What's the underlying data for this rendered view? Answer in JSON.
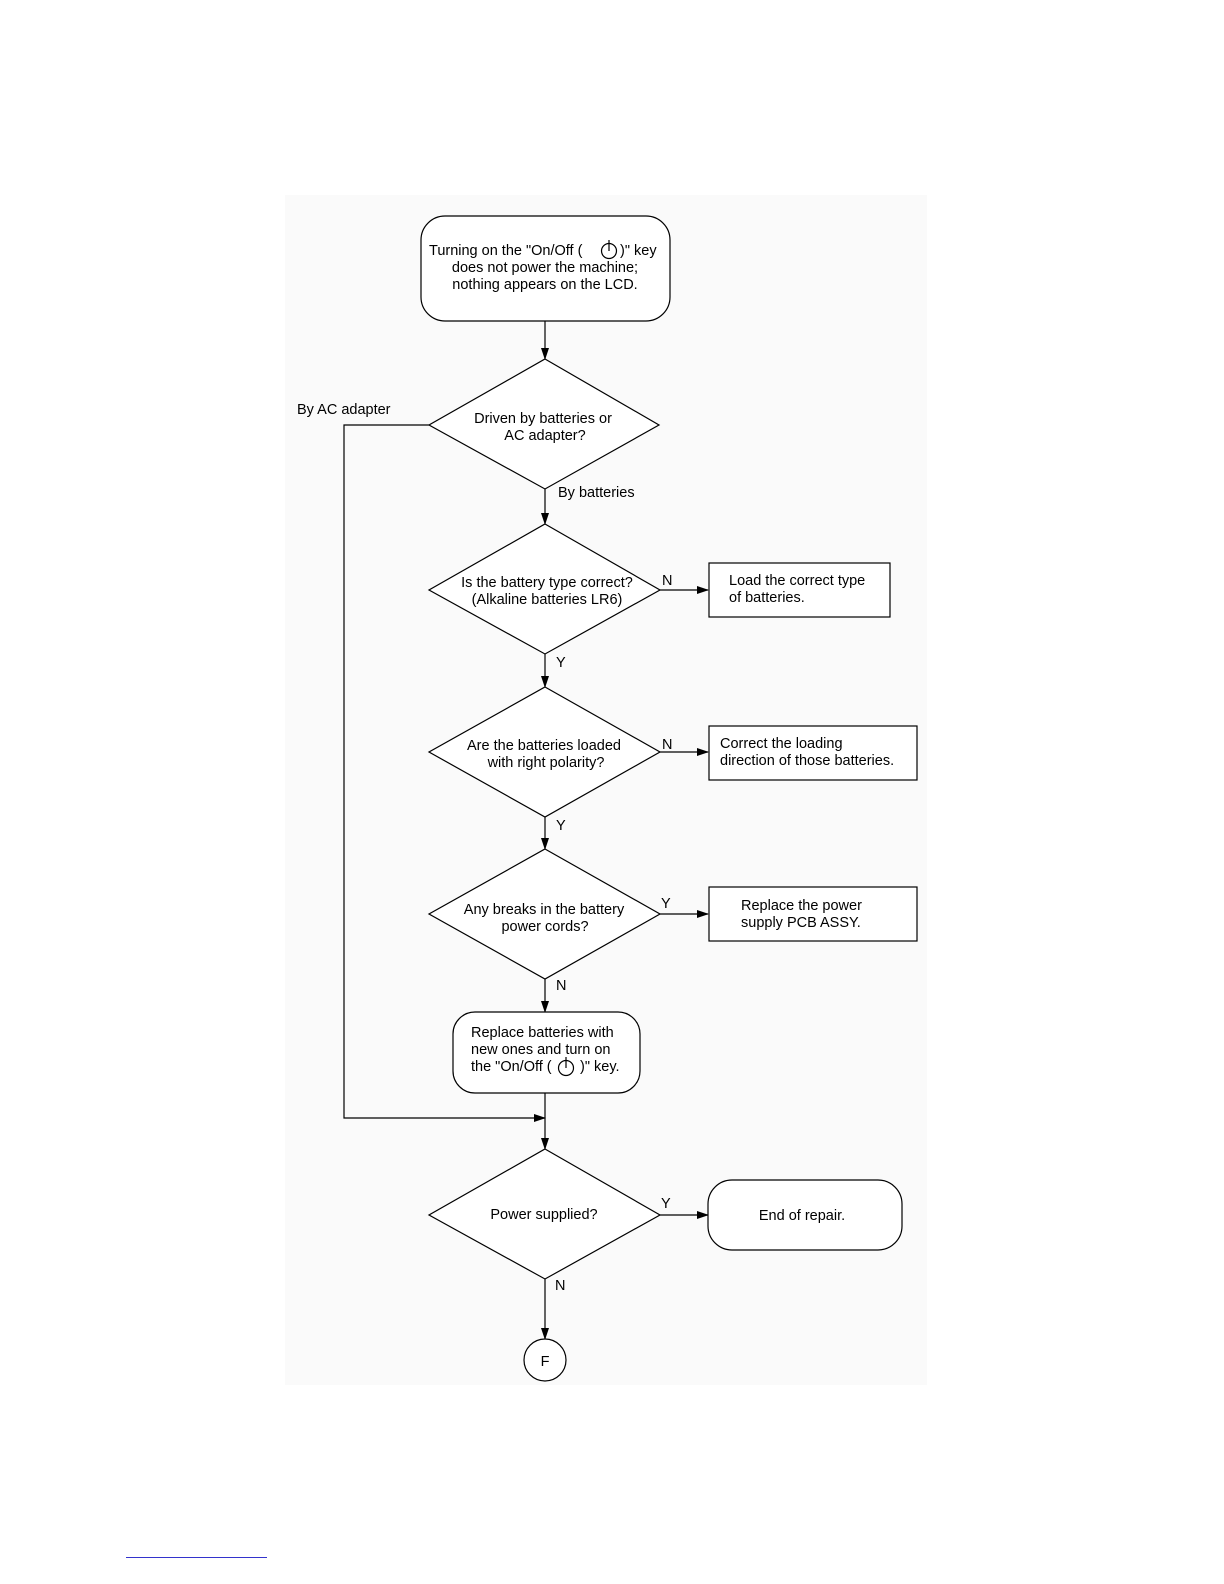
{
  "start": {
    "line1_a": "Turning on the \"On/Off (",
    "line1_b": ")\" key",
    "line2": "does not power the machine;",
    "line3": "nothing appears on the LCD."
  },
  "d1": {
    "line1": "Driven by batteries or",
    "line2": "AC adapter?"
  },
  "d2": {
    "line1": "Is the battery type correct?",
    "line2": "(Alkaline batteries LR6)"
  },
  "d3": {
    "line1": "Are the batteries loaded",
    "line2": "with right polarity?"
  },
  "d4": {
    "line1": "Any breaks in the battery",
    "line2": "power cords?"
  },
  "d5": {
    "line1": "Power supplied?"
  },
  "r1": {
    "line1": "Load the correct type",
    "line2": "of batteries."
  },
  "r2": {
    "line1": "Correct the loading",
    "line2": "direction of those batteries."
  },
  "r3": {
    "line1": "Replace the power",
    "line2": "supply PCB ASSY."
  },
  "replace": {
    "line1": "Replace batteries with",
    "line2": "new ones and turn on",
    "line3_a": "the \"On/Off (",
    "line3_b": ")\" key."
  },
  "end": {
    "label": "End of repair."
  },
  "connector": {
    "label": "F"
  },
  "labels": {
    "by_ac_adapter": "By AC adapter",
    "by_batteries": "By batteries",
    "d2_no": "N",
    "d2_yes": "Y",
    "d3_no": "N",
    "d3_yes": "Y",
    "d4_yes": "Y",
    "d4_no": "N",
    "d5_yes": "Y",
    "d5_no": "N"
  },
  "icons": {
    "power": "power-icon"
  }
}
